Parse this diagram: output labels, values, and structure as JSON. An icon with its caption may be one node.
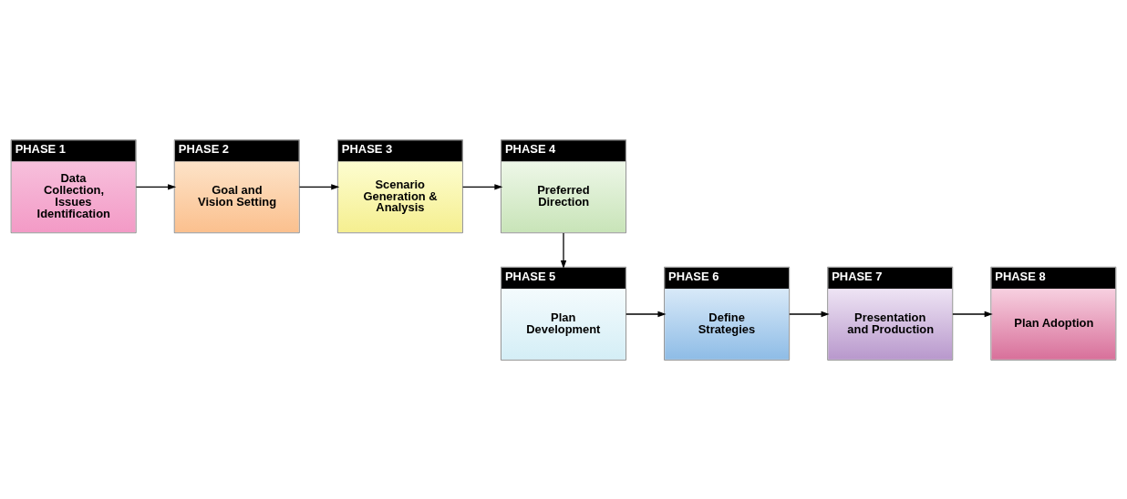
{
  "diagram": {
    "nodes": [
      {
        "text": [
          "PHASE 1",
          "Data Collection, Issues Identification"
        ]
      },
      {
        "text": [
          "PHASE 2",
          "Goal and Vision Setting"
        ]
      },
      {
        "text": [
          "PHASE 3",
          "Scenario Generation & Analysis"
        ]
      },
      {
        "text": [
          "PHASE 4",
          "Preferred Direction"
        ]
      },
      {
        "text": [
          "PHASE 5",
          "Plan Development"
        ]
      },
      {
        "text": [
          "PHASE 6",
          "Define Strategies"
        ]
      },
      {
        "text": [
          "PHASE 7",
          "Presentation and Production"
        ]
      },
      {
        "text": [
          "PHASE 8",
          "Plan Adoption"
        ]
      }
    ],
    "edges": [
      {
        "from": 0,
        "to": 1,
        "arrow": "to"
      },
      {
        "from": 1,
        "to": 2,
        "arrow": "to"
      },
      {
        "from": 2,
        "to": 3,
        "arrow": "to"
      },
      {
        "from": 3,
        "to": 4,
        "arrow": "to"
      },
      {
        "from": 4,
        "to": 5,
        "arrow": "to"
      },
      {
        "from": 5,
        "to": 6,
        "arrow": "to"
      },
      {
        "from": 6,
        "to": 7,
        "arrow": "to"
      }
    ]
  }
}
